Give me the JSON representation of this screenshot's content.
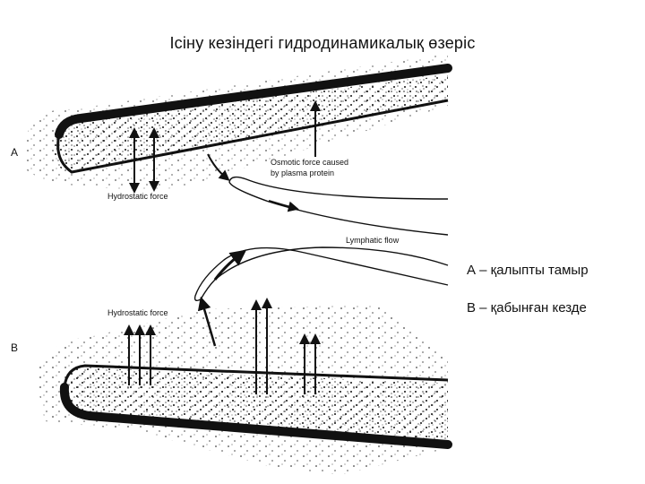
{
  "title": "Ісіну кезіндегі гидродинамикалық өзеріс",
  "diagram": {
    "panel_a_letter": "A",
    "panel_b_letter": "B",
    "hydrostatic_label_a": "Hydrostatic force",
    "osmotic_label_line1": "Osmotic force caused",
    "osmotic_label_line2": "by plasma protein",
    "lymphatic_label": "Lymphatic flow",
    "hydrostatic_label_b": "Hydrostatic force"
  },
  "legend": {
    "a": "А – қалыпты тамыр",
    "b": "В – қабынған кезде"
  }
}
